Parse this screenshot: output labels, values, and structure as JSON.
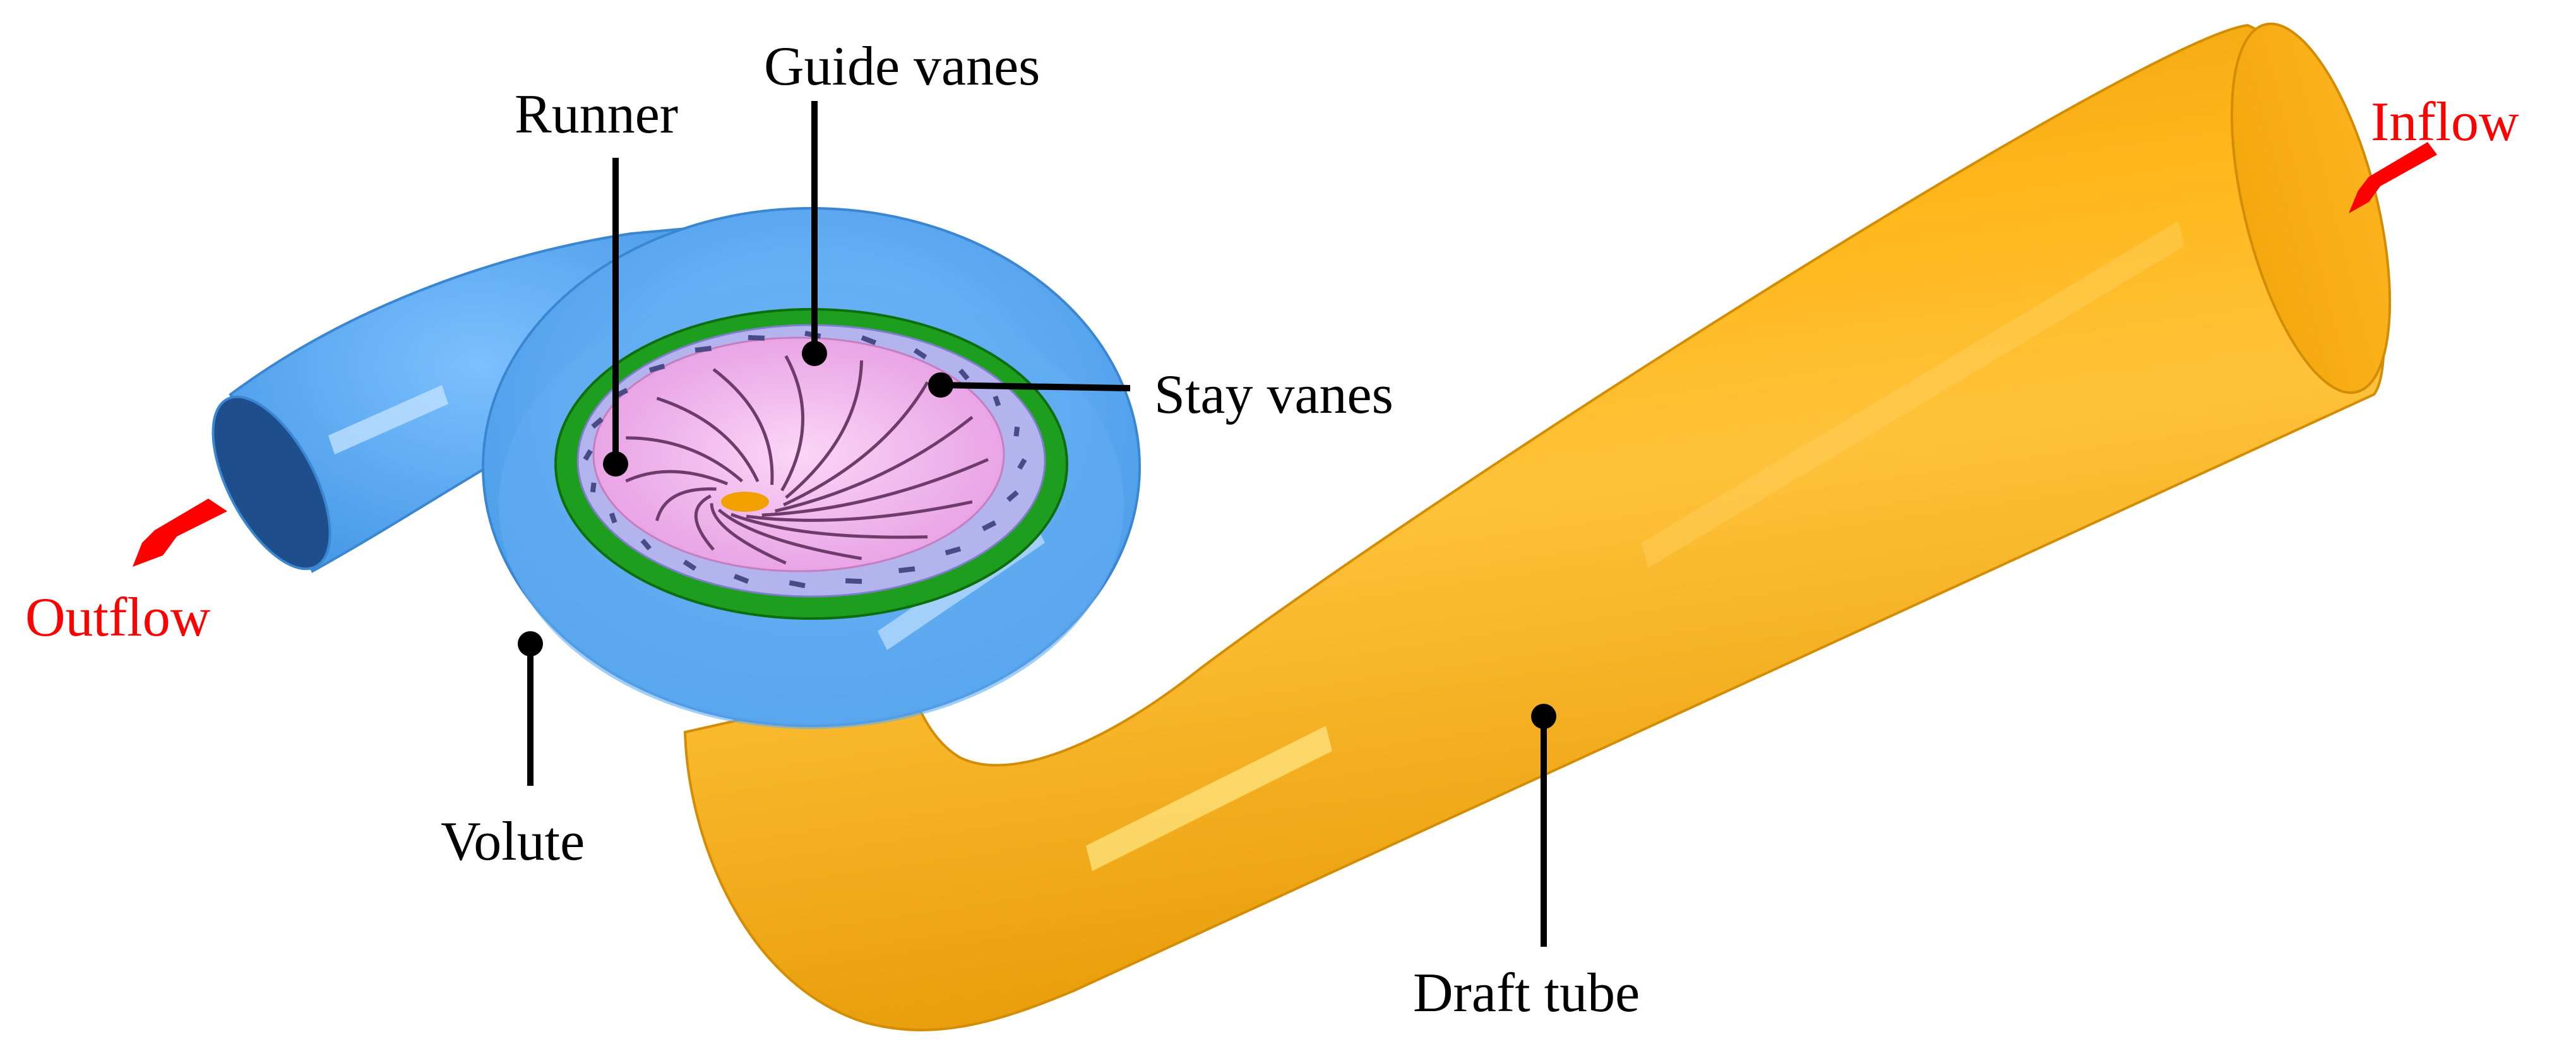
{
  "labels": {
    "guide_vanes": "Guide vanes",
    "runner": "Runner",
    "stay_vanes": "Stay vanes",
    "volute": "Volute",
    "draft_tube": "Draft tube",
    "inflow": "Inflow",
    "outflow": "Outflow"
  },
  "colors": {
    "volute": "#5aaaf2",
    "stay_vanes": "#1e9e1e",
    "guide_vanes": "#b3b3ee",
    "runner": "#f0a8ec",
    "draft_tube": "#f7a70c",
    "label_text": "#000000",
    "flow_text": "#ff0000"
  }
}
